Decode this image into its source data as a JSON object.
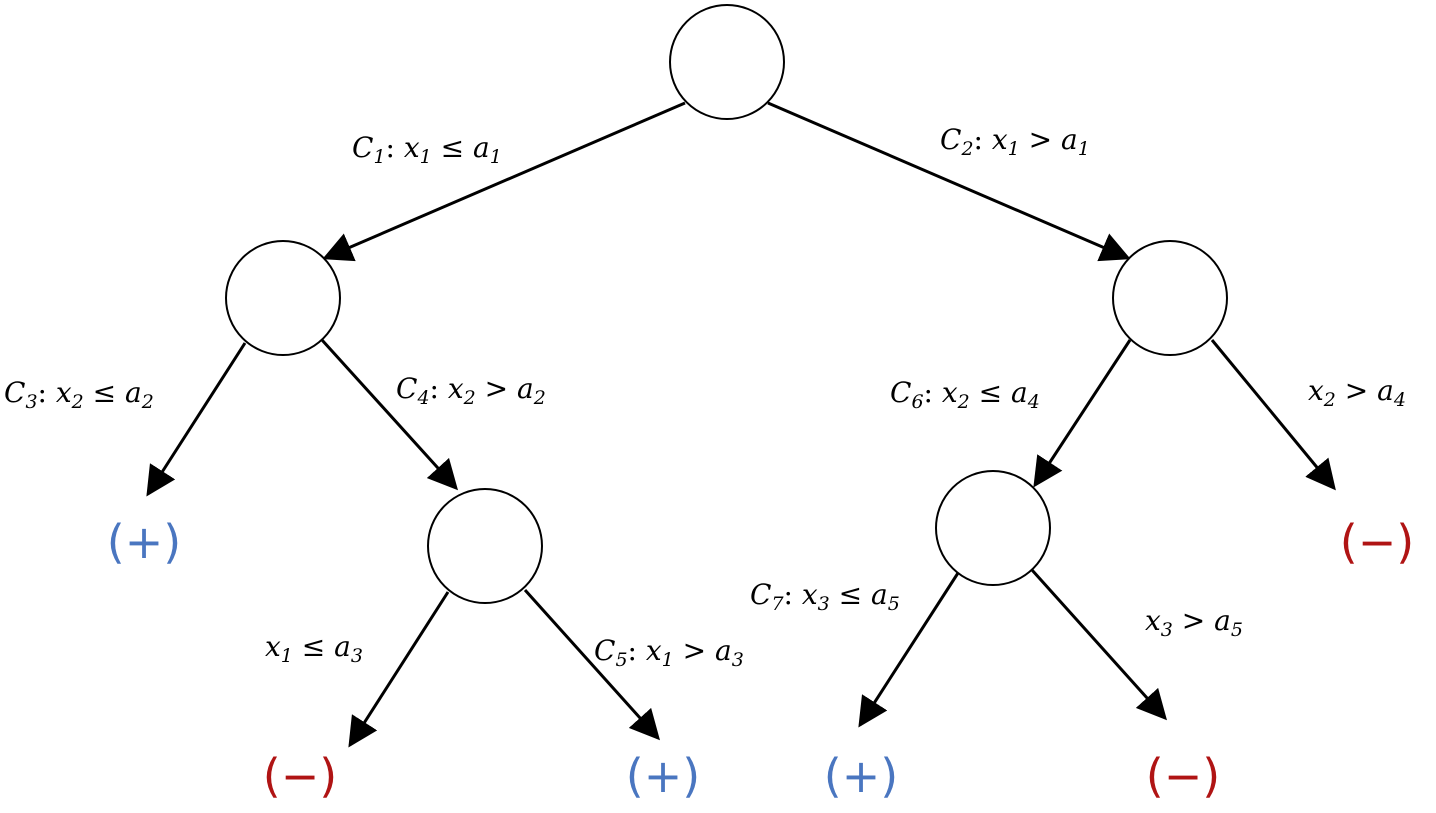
{
  "colors": {
    "positive": "#4a76c0",
    "negative": "#b01414",
    "line": "#000000"
  },
  "edges": [
    {
      "id": "root-left",
      "condition": [
        "C",
        "1",
        ": ",
        "x",
        "1",
        " ≤ ",
        "a",
        "1"
      ]
    },
    {
      "id": "root-right",
      "condition": [
        "C",
        "2",
        ": ",
        "x",
        "1",
        " > ",
        "a",
        "1"
      ]
    },
    {
      "id": "n1-left",
      "condition": [
        "C",
        "3",
        ": ",
        "x",
        "2",
        " ≤ ",
        "a",
        "2"
      ]
    },
    {
      "id": "n1-right",
      "condition": [
        "C",
        "4",
        ": ",
        "x",
        "2",
        " > ",
        "a",
        "2"
      ]
    },
    {
      "id": "n3-left",
      "condition": [
        "",
        "",
        "",
        "x",
        "1",
        " ≤ ",
        "a",
        "3"
      ]
    },
    {
      "id": "n3-right",
      "condition": [
        "C",
        "5",
        ": ",
        "x",
        "1",
        " > ",
        "a",
        "3"
      ]
    },
    {
      "id": "n2-left",
      "condition": [
        "C",
        "6",
        ": ",
        "x",
        "2",
        " ≤ ",
        "a",
        "4"
      ]
    },
    {
      "id": "n2-right",
      "condition": [
        "",
        "",
        "",
        "x",
        "2",
        " > ",
        "a",
        "4"
      ]
    },
    {
      "id": "n4-left",
      "condition": [
        "C",
        "7",
        ": ",
        "x",
        "3",
        " ≤ ",
        "a",
        "5"
      ]
    },
    {
      "id": "n4-right",
      "condition": [
        "",
        "",
        "",
        "x",
        "3",
        " > ",
        "a",
        "5"
      ]
    }
  ],
  "leaves": [
    {
      "id": "leaf-1",
      "text": "(+)",
      "class": "positive"
    },
    {
      "id": "leaf-2",
      "text": "(−)",
      "class": "negative"
    },
    {
      "id": "leaf-3",
      "text": "(+)",
      "class": "positive"
    },
    {
      "id": "leaf-4",
      "text": "(−)",
      "class": "negative"
    },
    {
      "id": "leaf-5",
      "text": "(+)",
      "class": "positive"
    },
    {
      "id": "leaf-6",
      "text": "(−)",
      "class": "negative"
    }
  ]
}
